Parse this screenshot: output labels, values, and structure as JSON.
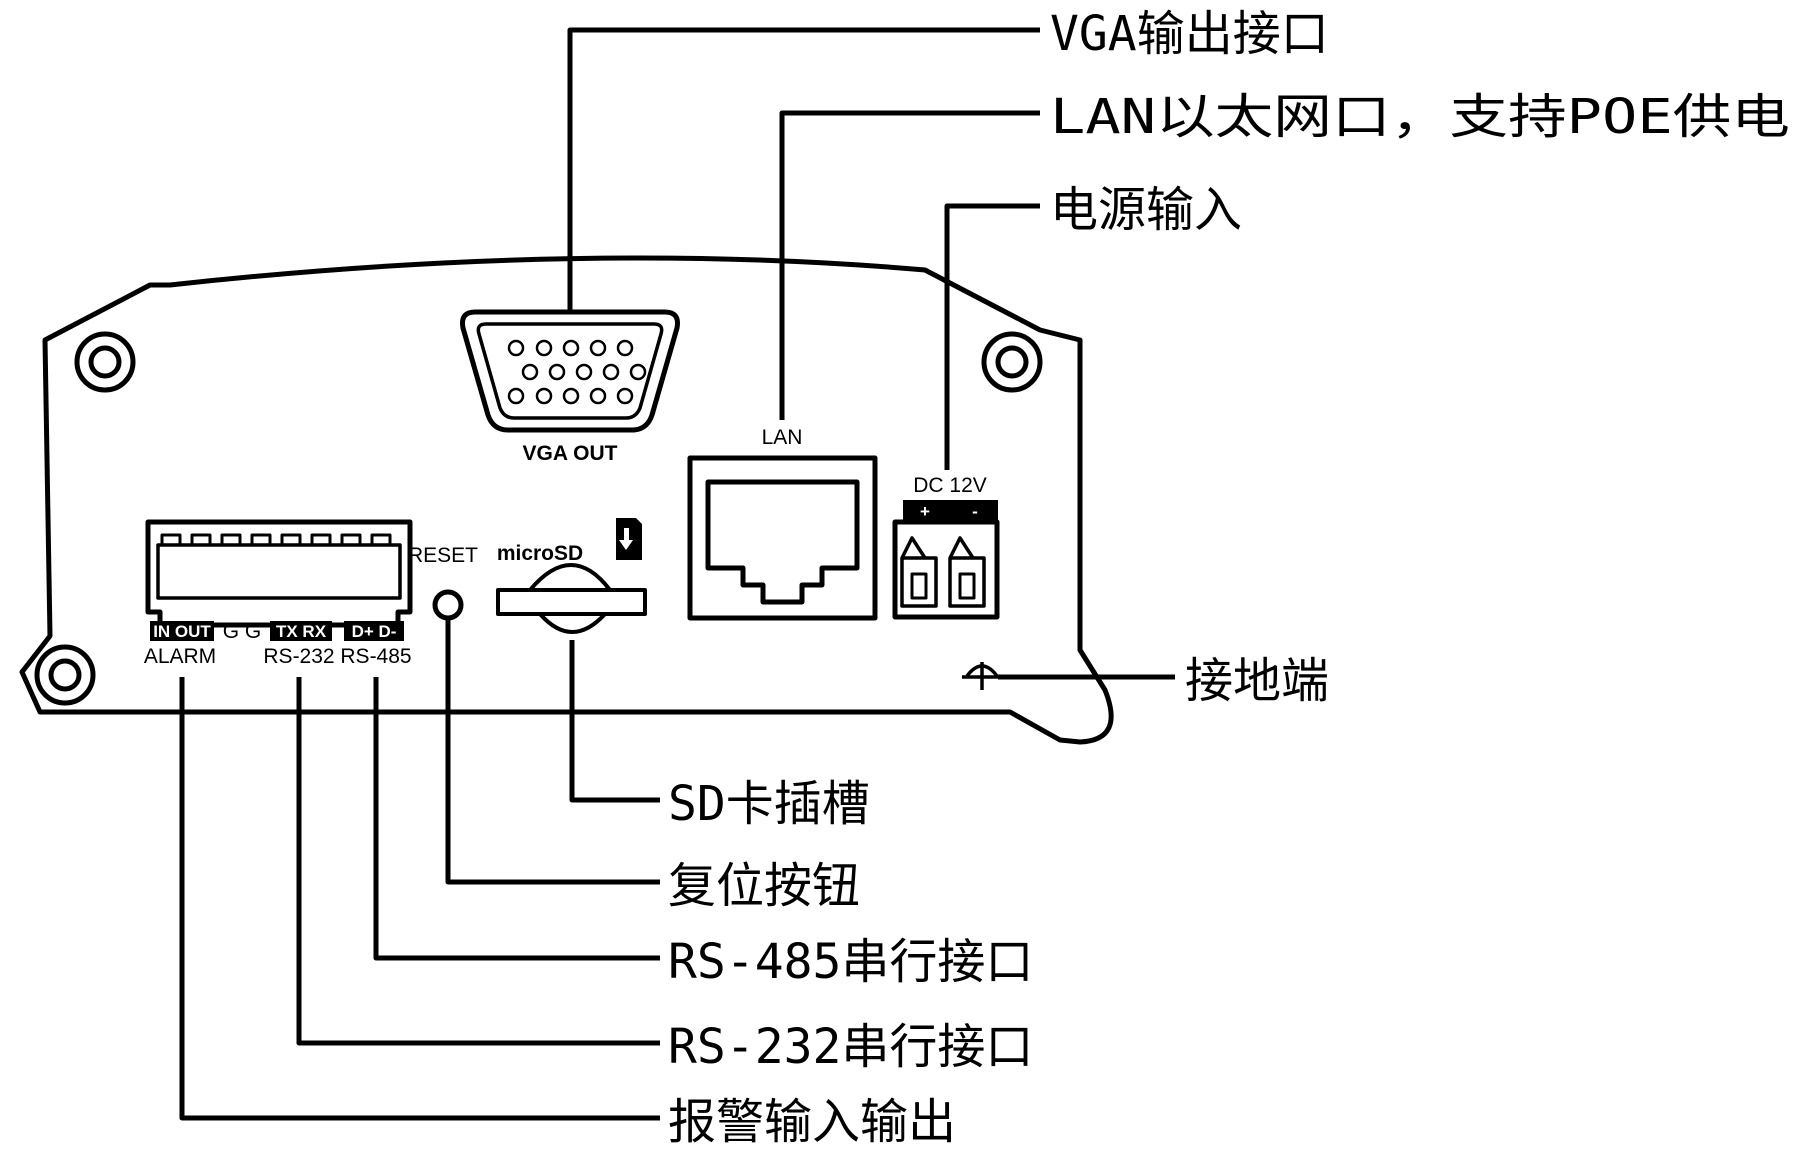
{
  "callouts": {
    "vga": "VGA输出接口",
    "lan": "LAN以太网口，支持POE供电",
    "power": "电源输入",
    "ground": "接地端",
    "sd": "SD卡插槽",
    "reset": "复位按钮",
    "rs485": "RS-485串行接口",
    "rs232": "RS-232串行接口",
    "alarm": "报警输入输出"
  },
  "panel_labels": {
    "vga_out": "VGA  OUT",
    "lan": "LAN",
    "dc": "DC 12V",
    "plus": "+",
    "minus": "-",
    "reset": "RESET",
    "microsd": "microSD",
    "in_out": "IN OUT",
    "g_g": "G G",
    "tx_rx": "TX RX",
    "d_pm": "D+ D-",
    "alarm": "ALARM",
    "rs232": "RS-232",
    "rs485": "RS-485"
  },
  "icons": [
    "sd-card-icon",
    "ground-icon"
  ]
}
